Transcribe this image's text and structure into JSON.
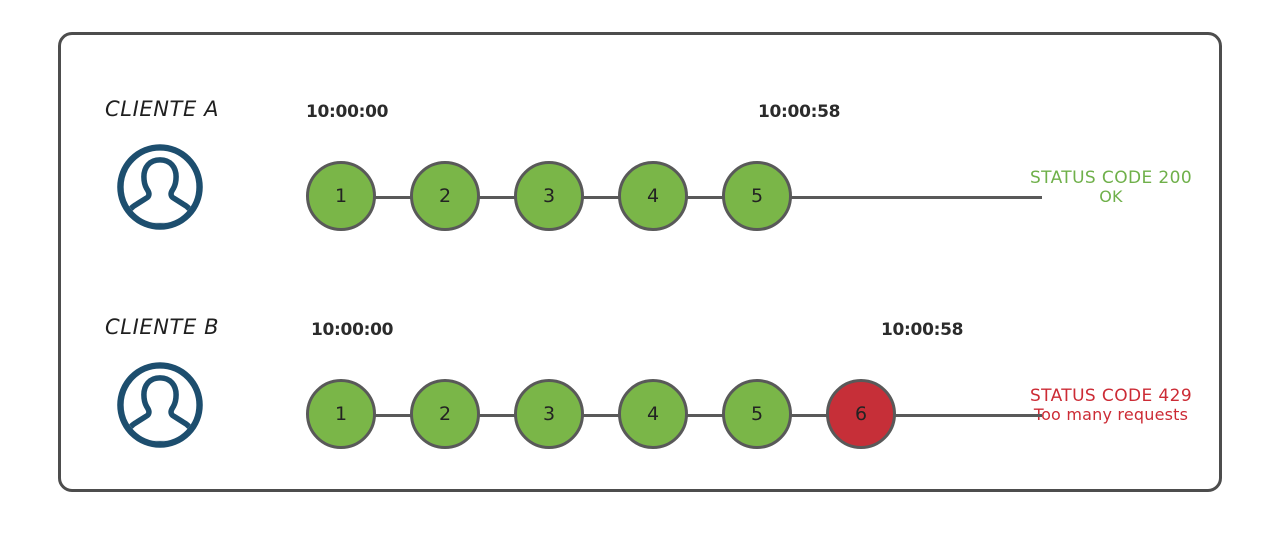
{
  "diagram": {
    "title": "API rate limiting comparison",
    "colors": {
      "frame_border": "#4d4d4d",
      "node_ok": "#7ab648",
      "node_fail": "#c62f38",
      "node_stroke": "#595959",
      "avatar": "#1d4e6e",
      "status_ok_text": "#6fb04a",
      "status_fail_text": "#cc2b35"
    },
    "rows": [
      {
        "id": "client-a",
        "label": "CLIENTE A",
        "avatar_icon": "user-avatar-icon",
        "timestamp_start": "10:00:00",
        "timestamp_end": "10:00:58",
        "nodes": [
          {
            "number": "1",
            "state": "ok"
          },
          {
            "number": "2",
            "state": "ok"
          },
          {
            "number": "3",
            "state": "ok"
          },
          {
            "number": "4",
            "state": "ok"
          },
          {
            "number": "5",
            "state": "ok"
          }
        ],
        "status": {
          "line1": "STATUS CODE 200",
          "line2": "OK",
          "state": "ok"
        }
      },
      {
        "id": "client-b",
        "label": "CLIENTE B",
        "avatar_icon": "user-avatar-icon",
        "timestamp_start": "10:00:00",
        "timestamp_end": "10:00:58",
        "nodes": [
          {
            "number": "1",
            "state": "ok"
          },
          {
            "number": "2",
            "state": "ok"
          },
          {
            "number": "3",
            "state": "ok"
          },
          {
            "number": "4",
            "state": "ok"
          },
          {
            "number": "5",
            "state": "ok"
          },
          {
            "number": "6",
            "state": "fail"
          }
        ],
        "status": {
          "line1": "STATUS CODE 429",
          "line2": "Too many requests",
          "state": "fail"
        }
      }
    ]
  }
}
